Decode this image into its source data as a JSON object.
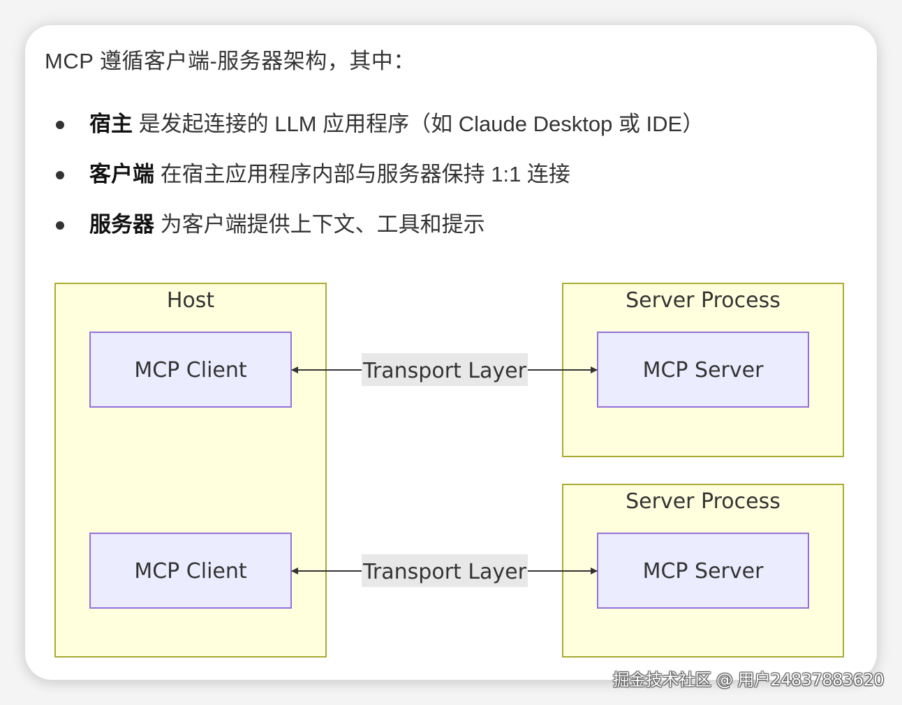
{
  "intro": "MCP 遵循客户端-服务器架构，其中：",
  "bullets": [
    {
      "term": "宿主",
      "desc": " 是发起连接的 LLM 应用程序（如 Claude Desktop 或 IDE）"
    },
    {
      "term": "客户端",
      "desc": " 在宿主应用程序内部与服务器保持 1:1 连接"
    },
    {
      "term": "服务器",
      "desc": " 为客户端提供上下文、工具和提示"
    }
  ],
  "diagram": {
    "host": {
      "title": "Host",
      "clients": [
        "MCP Client",
        "MCP Client"
      ]
    },
    "server_processes": [
      {
        "title": "Server Process",
        "server": "MCP Server"
      },
      {
        "title": "Server Process",
        "server": "MCP Server"
      }
    ],
    "edges": [
      {
        "from": "MCP Client",
        "to": "MCP Server",
        "label": "Transport Layer",
        "direction": "bidirectional"
      },
      {
        "from": "MCP Client",
        "to": "MCP Server",
        "label": "Transport Layer",
        "direction": "bidirectional"
      }
    ],
    "colors": {
      "cluster_fill": "#ffffde",
      "cluster_stroke": "#aaaa33",
      "node_fill": "#ececff",
      "node_stroke": "#9370db",
      "edge": "#333333",
      "edge_label_bg": "#e8e8e8"
    }
  },
  "watermark": "掘金技术社区 @ 用户24837883620"
}
